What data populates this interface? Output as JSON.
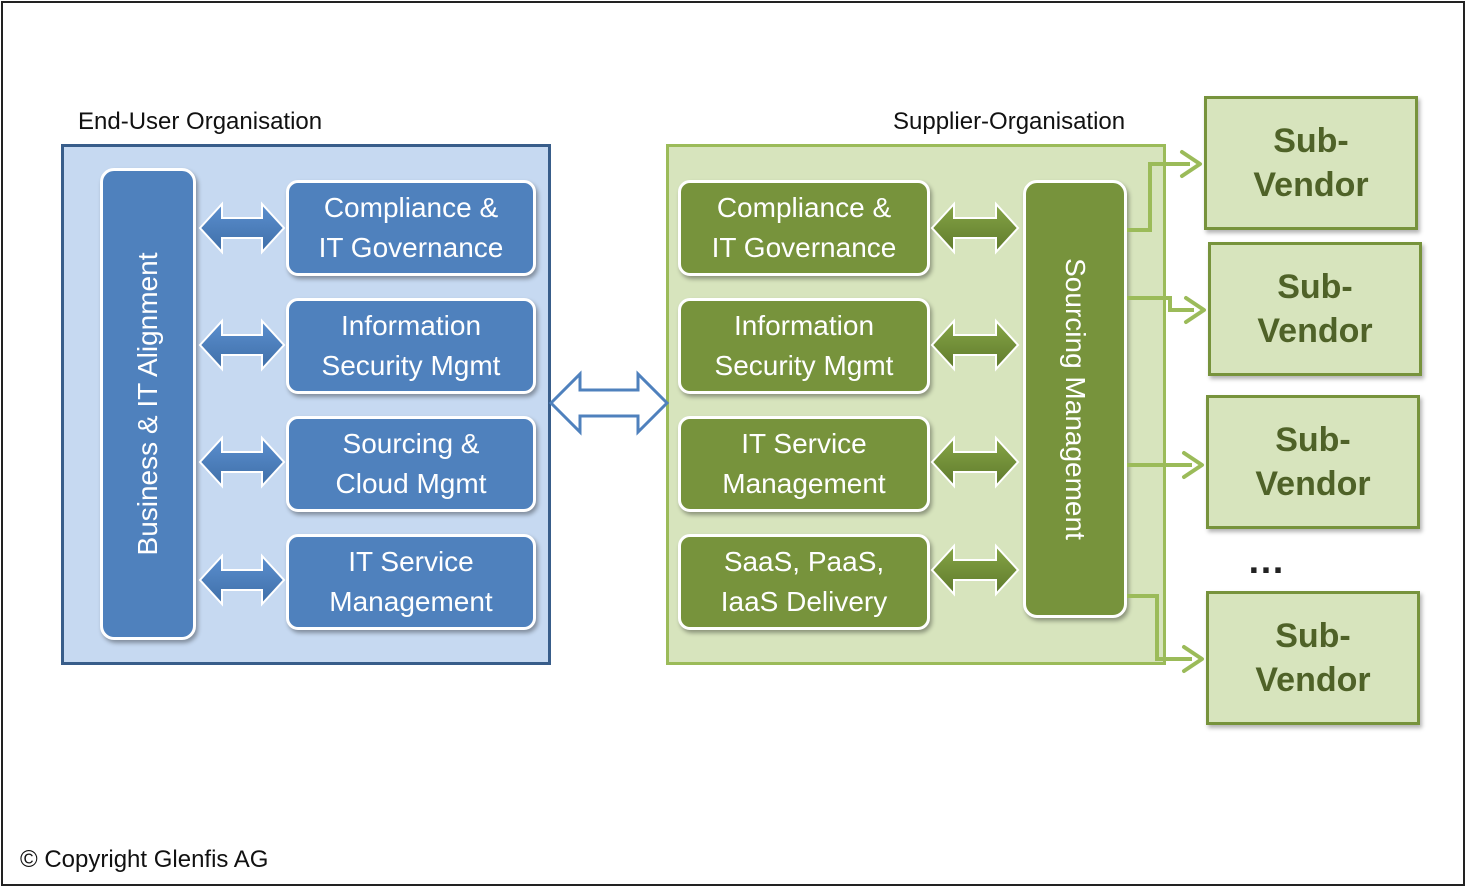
{
  "end_user": {
    "caption": "End-User Organisation",
    "alignment_label": "Business & IT Alignment",
    "boxes": [
      "Compliance &\nIT Governance",
      "Information\nSecurity Mgmt",
      "Sourcing &\nCloud Mgmt",
      "IT Service\nManagement"
    ]
  },
  "supplier": {
    "caption": "Supplier-Organisation",
    "sourcing_label": "Sourcing Management",
    "boxes": [
      "Compliance &\nIT Governance",
      "Information\nSecurity Mgmt",
      "IT Service\nManagement",
      "SaaS, PaaS,\nIaaS Delivery"
    ]
  },
  "sub_vendors": [
    "Sub-\nVendor",
    "Sub-\nVendor",
    "Sub-\nVendor",
    "Sub-\nVendor"
  ],
  "ellipsis": "…",
  "copyright": "© Copyright Glenfis AG",
  "colors": {
    "blue": "#4f81bd",
    "blue_bg": "#c6d9f1",
    "blue_border": "#385d8a",
    "green": "#77933c",
    "green_bg": "#d7e4bd",
    "green_border": "#9bbb59",
    "arrow_green": "#9bbb59"
  }
}
